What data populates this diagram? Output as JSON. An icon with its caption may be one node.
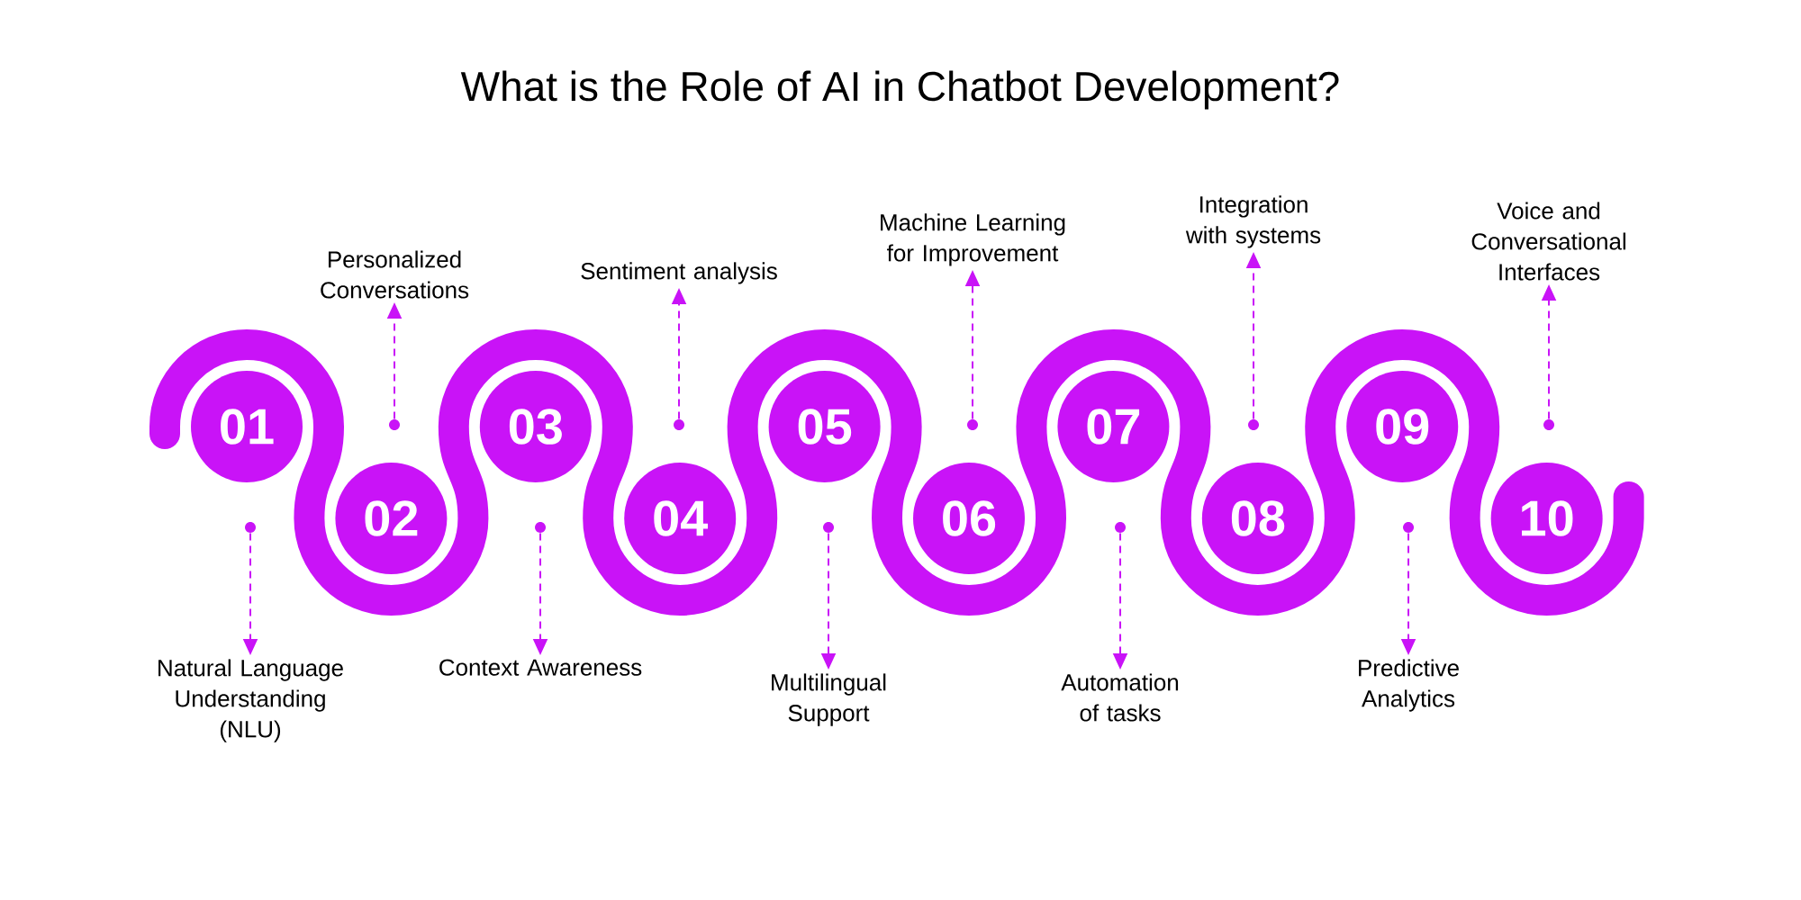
{
  "diagram": {
    "title": "What is the Role of AI in Chatbot Development?",
    "nodes": [
      {
        "text": [
          "01"
        ]
      },
      {
        "text": [
          "02"
        ]
      },
      {
        "text": [
          "03"
        ]
      },
      {
        "text": [
          "04"
        ]
      },
      {
        "text": [
          "05"
        ]
      },
      {
        "text": [
          "06"
        ]
      },
      {
        "text": [
          "07"
        ]
      },
      {
        "text": [
          "08"
        ]
      },
      {
        "text": [
          "09"
        ]
      },
      {
        "text": [
          "10"
        ]
      },
      {
        "text": [
          "Natural Language Understanding (NLU)"
        ]
      },
      {
        "text": [
          "Personalized Conversations"
        ]
      },
      {
        "text": [
          "Context Awareness"
        ]
      },
      {
        "text": [
          "Sentiment analysis"
        ]
      },
      {
        "text": [
          "Multilingual Support"
        ]
      },
      {
        "text": [
          "Machine Learning for Improvement"
        ]
      },
      {
        "text": [
          "Automation of tasks"
        ]
      },
      {
        "text": [
          "Integration with systems"
        ]
      },
      {
        "text": [
          "Predictive Analytics"
        ]
      },
      {
        "text": [
          "Voice and Conversational Interfaces"
        ]
      },
      {
        "text": [],
        "shape": "circle"
      },
      {
        "text": [],
        "shape": "circle"
      },
      {
        "text": [],
        "shape": "circle"
      },
      {
        "text": [],
        "shape": "circle"
      },
      {
        "text": [],
        "shape": "circle"
      },
      {
        "text": [],
        "shape": "circle"
      },
      {
        "text": [],
        "shape": "circle"
      },
      {
        "text": [],
        "shape": "circle"
      },
      {
        "text": [],
        "shape": "circle"
      },
      {
        "text": [],
        "shape": "circle"
      }
    ],
    "edges": [
      {
        "from": 20,
        "to": 10,
        "arrow": "to",
        "style": "dashed"
      },
      {
        "from": 21,
        "to": 11,
        "arrow": "to",
        "style": "dashed"
      },
      {
        "from": 22,
        "to": 12,
        "arrow": "to",
        "style": "dashed"
      },
      {
        "from": 23,
        "to": 13,
        "arrow": "to",
        "style": "dashed"
      },
      {
        "from": 24,
        "to": 14,
        "arrow": "to",
        "style": "dashed"
      },
      {
        "from": 25,
        "to": 15,
        "arrow": "to",
        "style": "dashed"
      },
      {
        "from": 26,
        "to": 16,
        "arrow": "to",
        "style": "dashed"
      },
      {
        "from": 27,
        "to": 17,
        "arrow": "to",
        "style": "dashed"
      },
      {
        "from": 28,
        "to": 18,
        "arrow": "to",
        "style": "dashed"
      },
      {
        "from": 29,
        "to": 19,
        "arrow": "to",
        "style": "dashed"
      }
    ]
  }
}
